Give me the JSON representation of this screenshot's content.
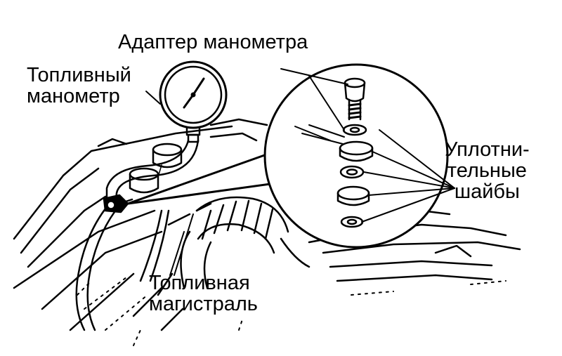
{
  "labels": {
    "gauge_adapter": "Адаптер манометра",
    "fuel_gauge": [
      "Топливный",
      "манометр"
    ],
    "sealing_washers": [
      "Уплотни-",
      "тельные",
      "шайбы"
    ],
    "fuel_line": [
      "Топливная",
      "магистраль"
    ]
  },
  "colors": {
    "ink": "#000000",
    "background": "#ffffff"
  }
}
